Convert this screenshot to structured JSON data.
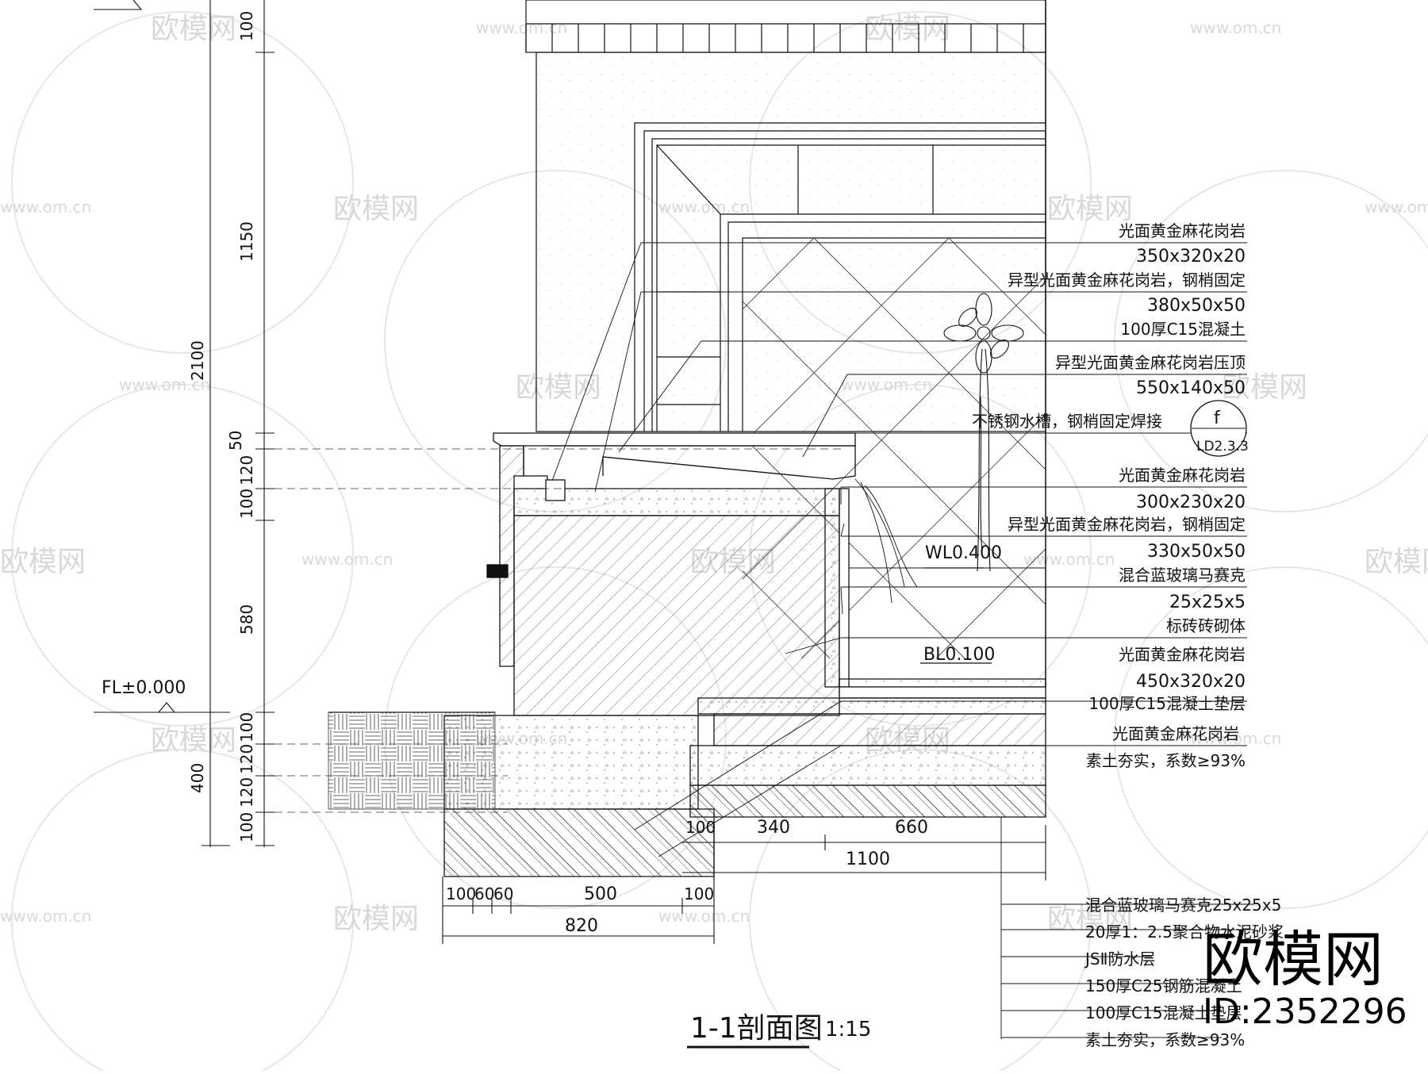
{
  "drawing": {
    "title": "1-1剖面图",
    "scale": "1:15",
    "floor_level": "FL±0.000",
    "water_level": "WL0.400",
    "bottom_level": "BL0.100"
  },
  "detail_callout": {
    "letter": "f",
    "sheet": "LD2.3.3"
  },
  "watermark": {
    "brand": "欧模网",
    "id": "ID:2352296",
    "url": "www.om.cn"
  },
  "right_labels": [
    "光面黄金麻花岗岩",
    "350x320x20",
    "异型光面黄金麻花岗岩，钢梢固定",
    "380x50x50",
    "100厚C15混凝土",
    "异型光面黄金麻花岗岩压顶",
    "550x140x50",
    "不锈钢水槽，钢梢固定焊接",
    "光面黄金麻花岗岩",
    "300x230x20",
    "异型光面黄金麻花岗岩，钢梢固定",
    "330x50x50",
    "混合蓝玻璃马赛克",
    "25x25x5",
    "标砖砖砌体",
    "光面黄金麻花岗岩",
    "450x320x20",
    "100厚C15混凝土垫层",
    "光面黄金麻花岗岩",
    "素土夯实，系数≥93%"
  ],
  "bottom_labels": [
    "混合蓝玻璃马赛克25x25x5",
    "20厚1：2.5聚合物水泥砂浆",
    "JSⅡ防水层",
    "150厚C25钢筋混凝土",
    "100厚C15混凝土垫层",
    "素土夯实，系数≥93%"
  ],
  "dims_left_inner": [
    "100",
    "1150",
    "50",
    "120",
    "100",
    "580",
    "100",
    "120",
    "120",
    "100"
  ],
  "dims_left_outer": [
    "2100",
    "400"
  ],
  "dims_bottom_row1": [
    "100",
    "60",
    "60",
    "500",
    "100"
  ],
  "dims_bottom_row2": "820",
  "dims_lower_right_row1": [
    "100",
    "340",
    "660"
  ],
  "dims_lower_right_row2": "1100"
}
